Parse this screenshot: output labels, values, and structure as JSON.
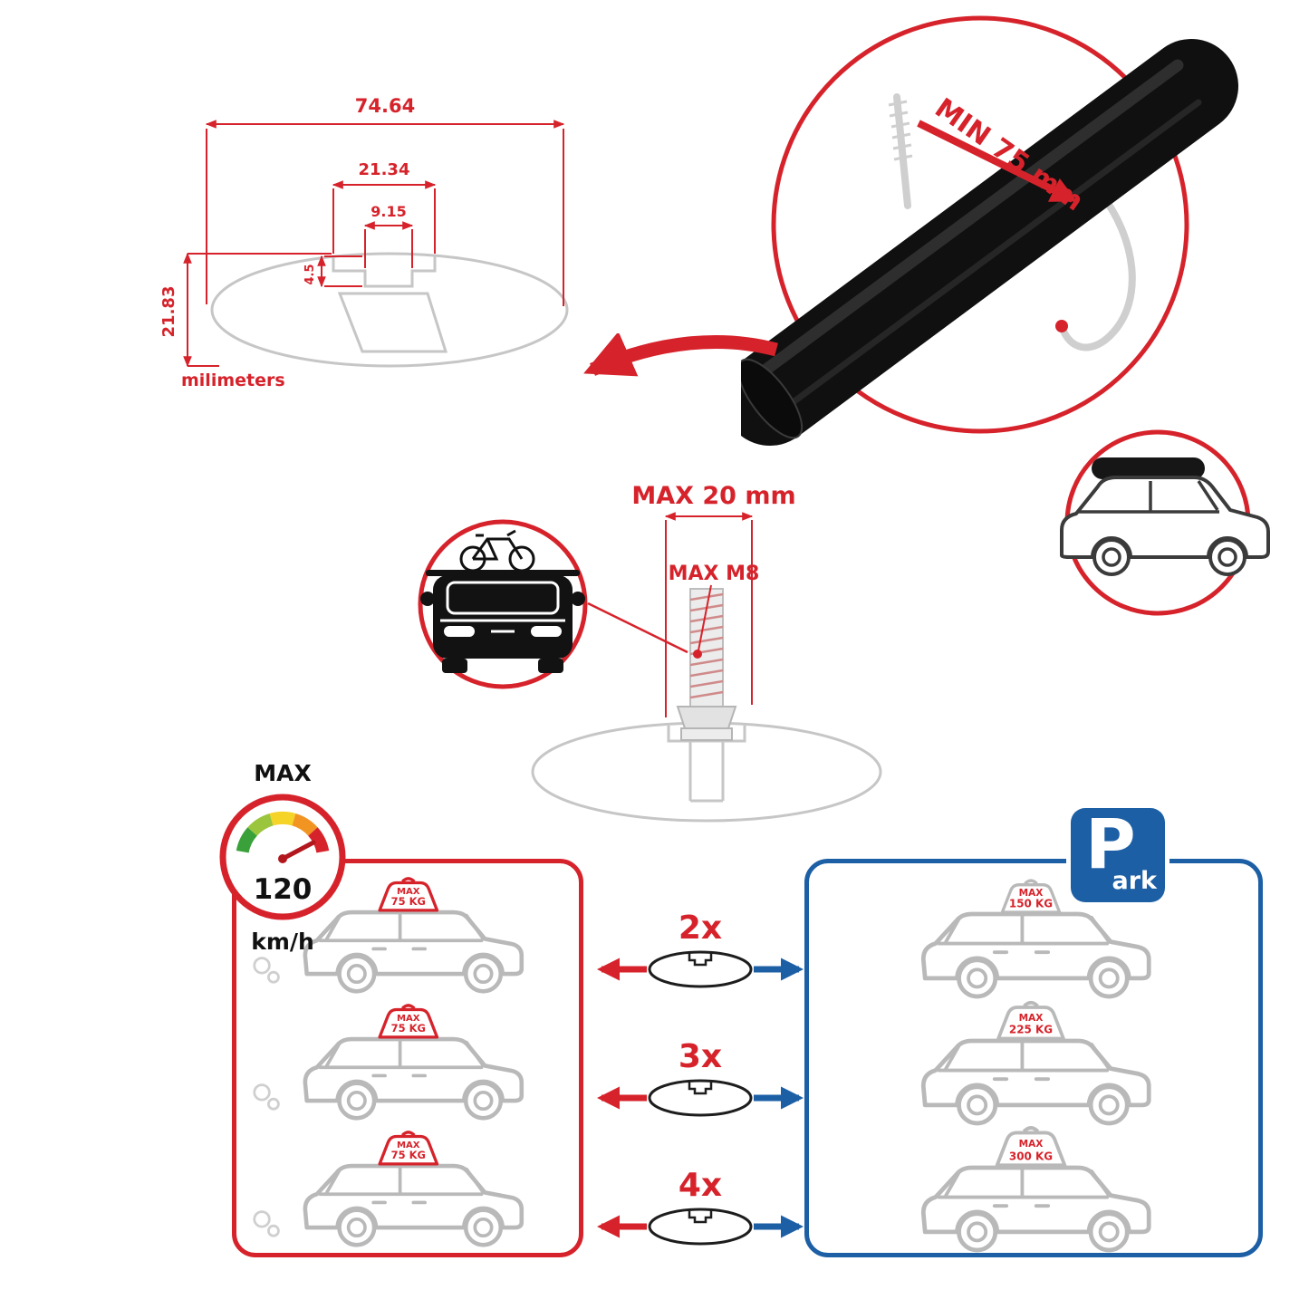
{
  "colors": {
    "red": "#d6232b",
    "blue": "#1c5fa5",
    "gray": "#c6c6c6",
    "dark": "#141414"
  },
  "profile": {
    "total_width": "74.64",
    "channel_width": "21.34",
    "slot_width": "9.15",
    "slot_depth": "4.5",
    "total_height": "21.83",
    "unit": "milimeters"
  },
  "clamp": {
    "min_span": "MIN 75 mm"
  },
  "bolt": {
    "max_length": "MAX 20 mm",
    "max_thread": "MAX M8"
  },
  "speed": {
    "label": "MAX",
    "value": "120",
    "unit": "km/h"
  },
  "panels": {
    "driving": {
      "cars": [
        {
          "max": "MAX",
          "load": "75 KG"
        },
        {
          "max": "MAX",
          "load": "75 KG"
        },
        {
          "max": "MAX",
          "load": "75 KG"
        }
      ]
    },
    "parked": {
      "cars": [
        {
          "max": "MAX",
          "load": "150 KG"
        },
        {
          "max": "MAX",
          "load": "225 KG"
        },
        {
          "max": "MAX",
          "load": "300 KG"
        }
      ]
    },
    "multipliers": [
      {
        "count": "2x"
      },
      {
        "count": "3x"
      },
      {
        "count": "4x"
      }
    ]
  },
  "park_sign": {
    "p": "P",
    "ark": "ark"
  }
}
